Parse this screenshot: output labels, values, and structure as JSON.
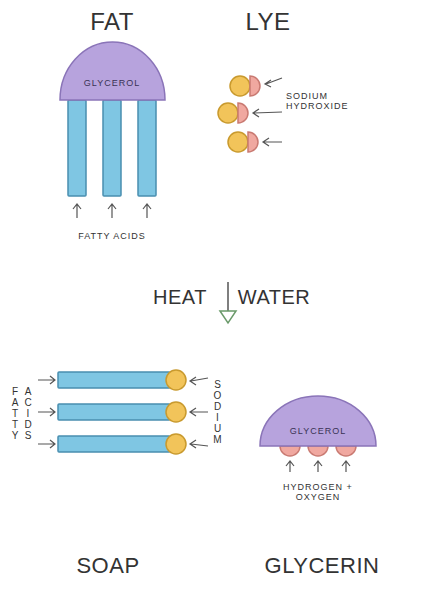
{
  "diagram": {
    "nodes": [
      {
        "text": [
          "GLYCEROL"
        ]
      },
      {
        "text": [
          "GLYCEROL"
        ]
      }
    ],
    "labels": [
      "FAT",
      "LYE",
      "FATTY ACIDS",
      "SODIUM HYDROXIDE",
      "HEAT",
      "WATER",
      "FATTY ACIDS",
      "SODIUM",
      "HYDROGEN + OXYGEN",
      "SOAP",
      "GLYCERIN"
    ]
  }
}
